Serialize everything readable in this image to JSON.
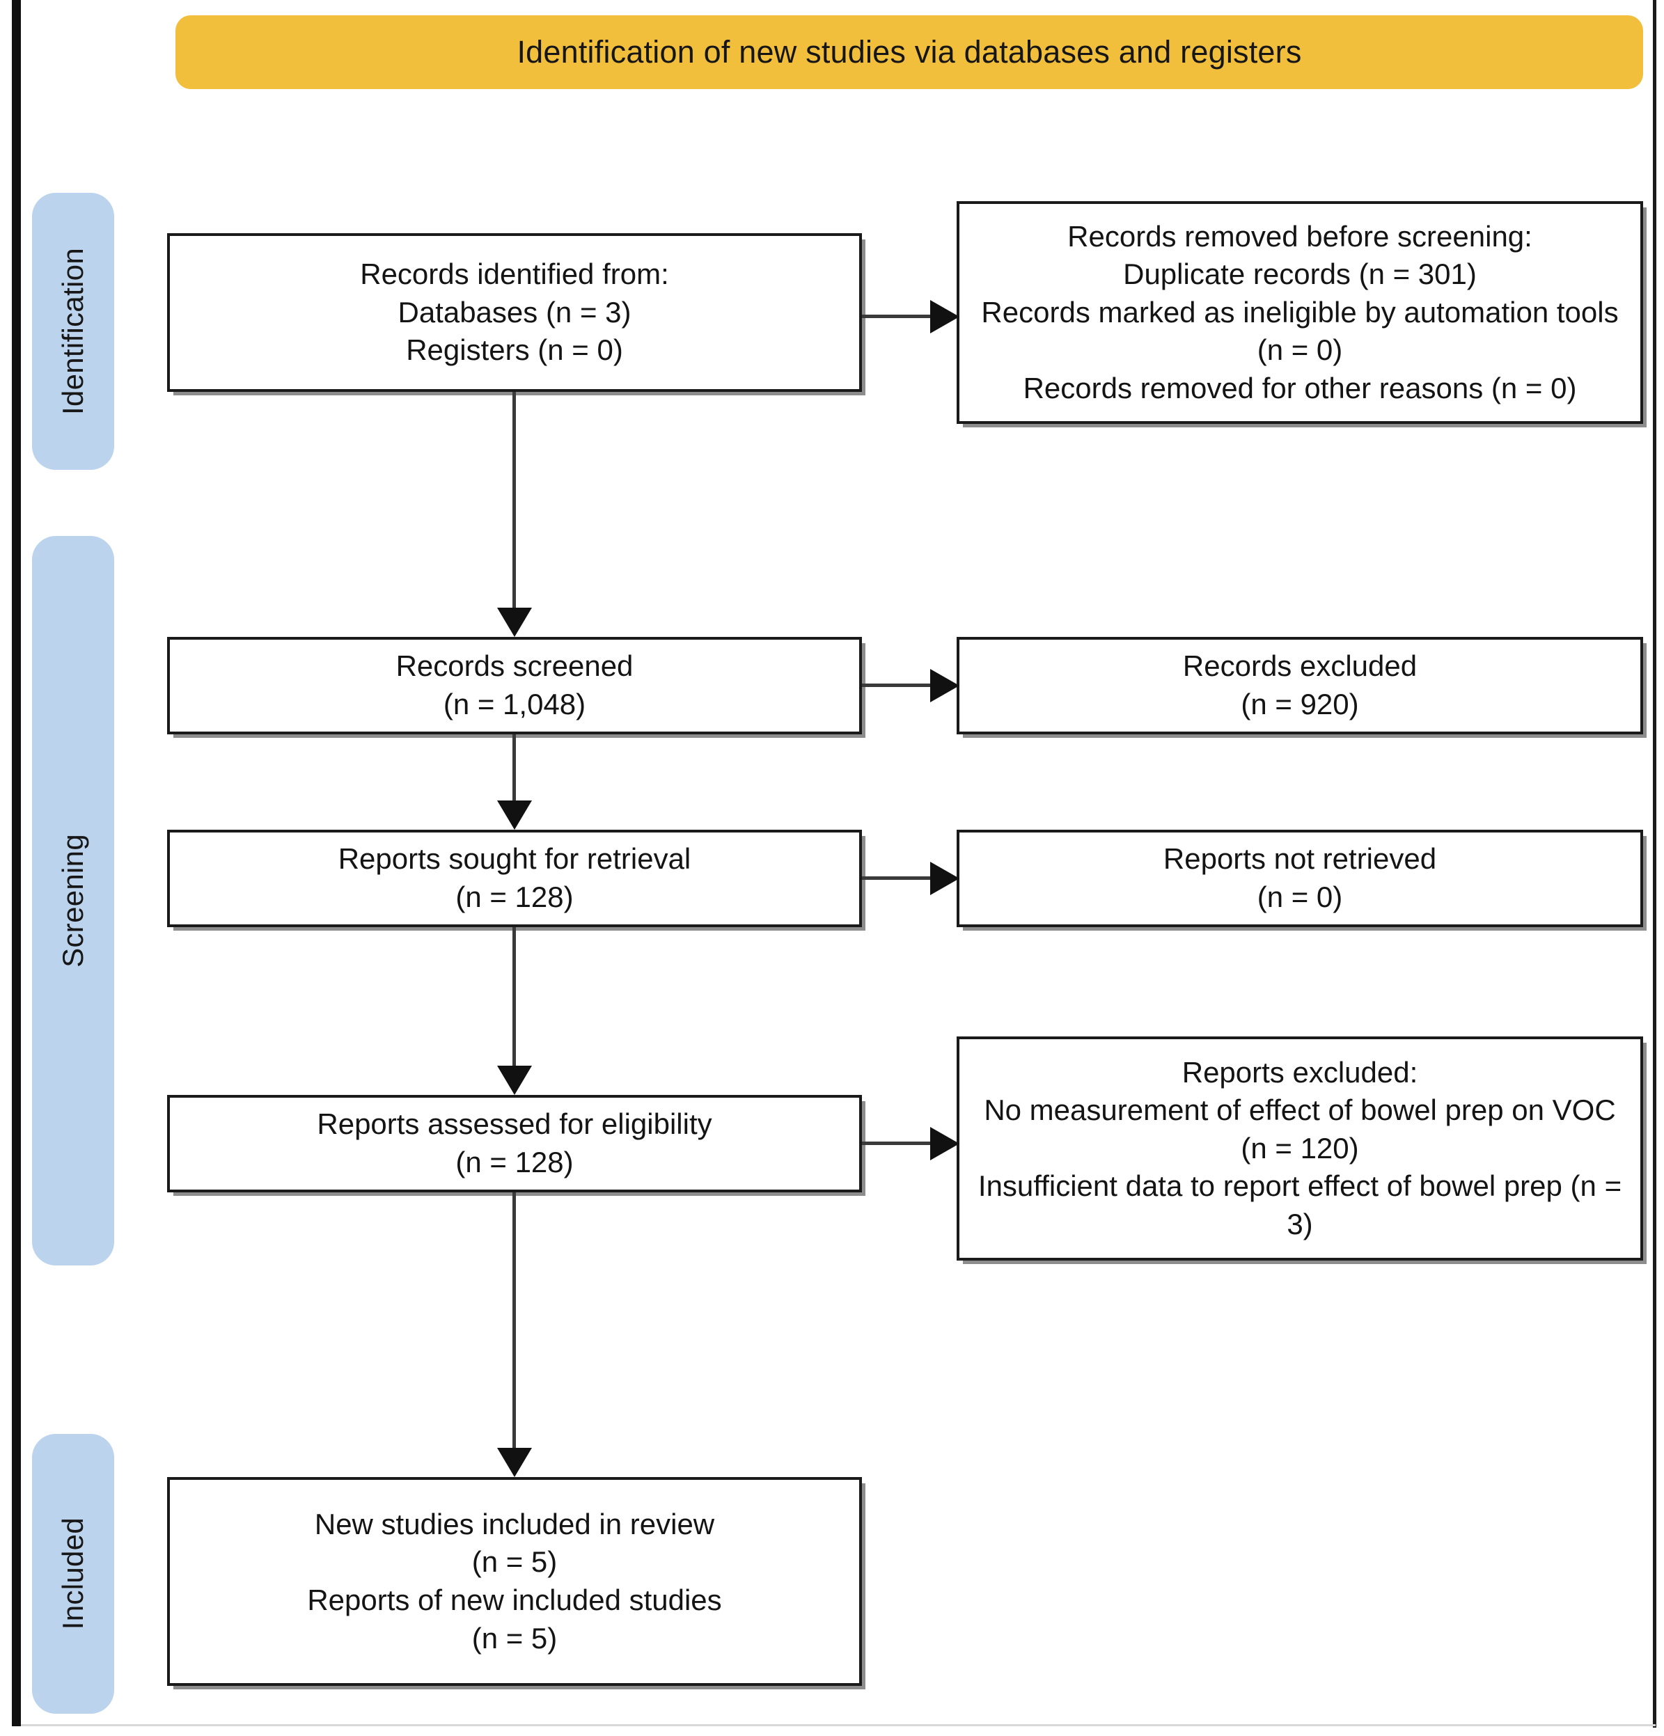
{
  "banner": {
    "title": "Identification of new studies via databases and registers",
    "color": "#f2bf3d"
  },
  "stages": [
    {
      "id": "identification",
      "label": "Identification",
      "color": "#bcd3ee"
    },
    {
      "id": "screening",
      "label": "Screening",
      "color": "#bcd3ee"
    },
    {
      "id": "included",
      "label": "Included",
      "color": "#bcd3ee"
    }
  ],
  "boxes": {
    "identified": "Records identified from:\nDatabases (n = 3)\nRegisters (n = 0)",
    "removed": "Records removed before screening:\nDuplicate records (n = 301)\nRecords marked as ineligible by automation tools (n = 0)\nRecords removed for other reasons (n = 0)",
    "screened": "Records screened\n(n = 1,048)",
    "excluded": "Records excluded\n(n = 920)",
    "sought": "Reports sought for retrieval\n(n = 128)",
    "not_retrieved": "Reports not retrieved\n(n = 0)",
    "assessed": "Reports assessed for eligibility\n(n = 128)",
    "reports_excluded": "Reports excluded:\nNo measurement of effect of bowel prep on VOC (n =  120)\nInsufficient data to report effect of bowel prep (n =  3)",
    "included": "New studies included in review\n(n = 5)\nReports of new included studies\n(n = 5)"
  },
  "counts": {
    "databases": 3,
    "registers": 0,
    "duplicate_records": 301,
    "ineligible_by_automation": 0,
    "removed_other_reasons": 0,
    "records_screened": 1048,
    "records_excluded": 920,
    "reports_sought": 128,
    "reports_not_retrieved": 0,
    "reports_assessed": 128,
    "excluded_no_measurement": 120,
    "excluded_insufficient_data": 3,
    "new_studies_included": 5,
    "reports_of_new_included_studies": 5
  }
}
